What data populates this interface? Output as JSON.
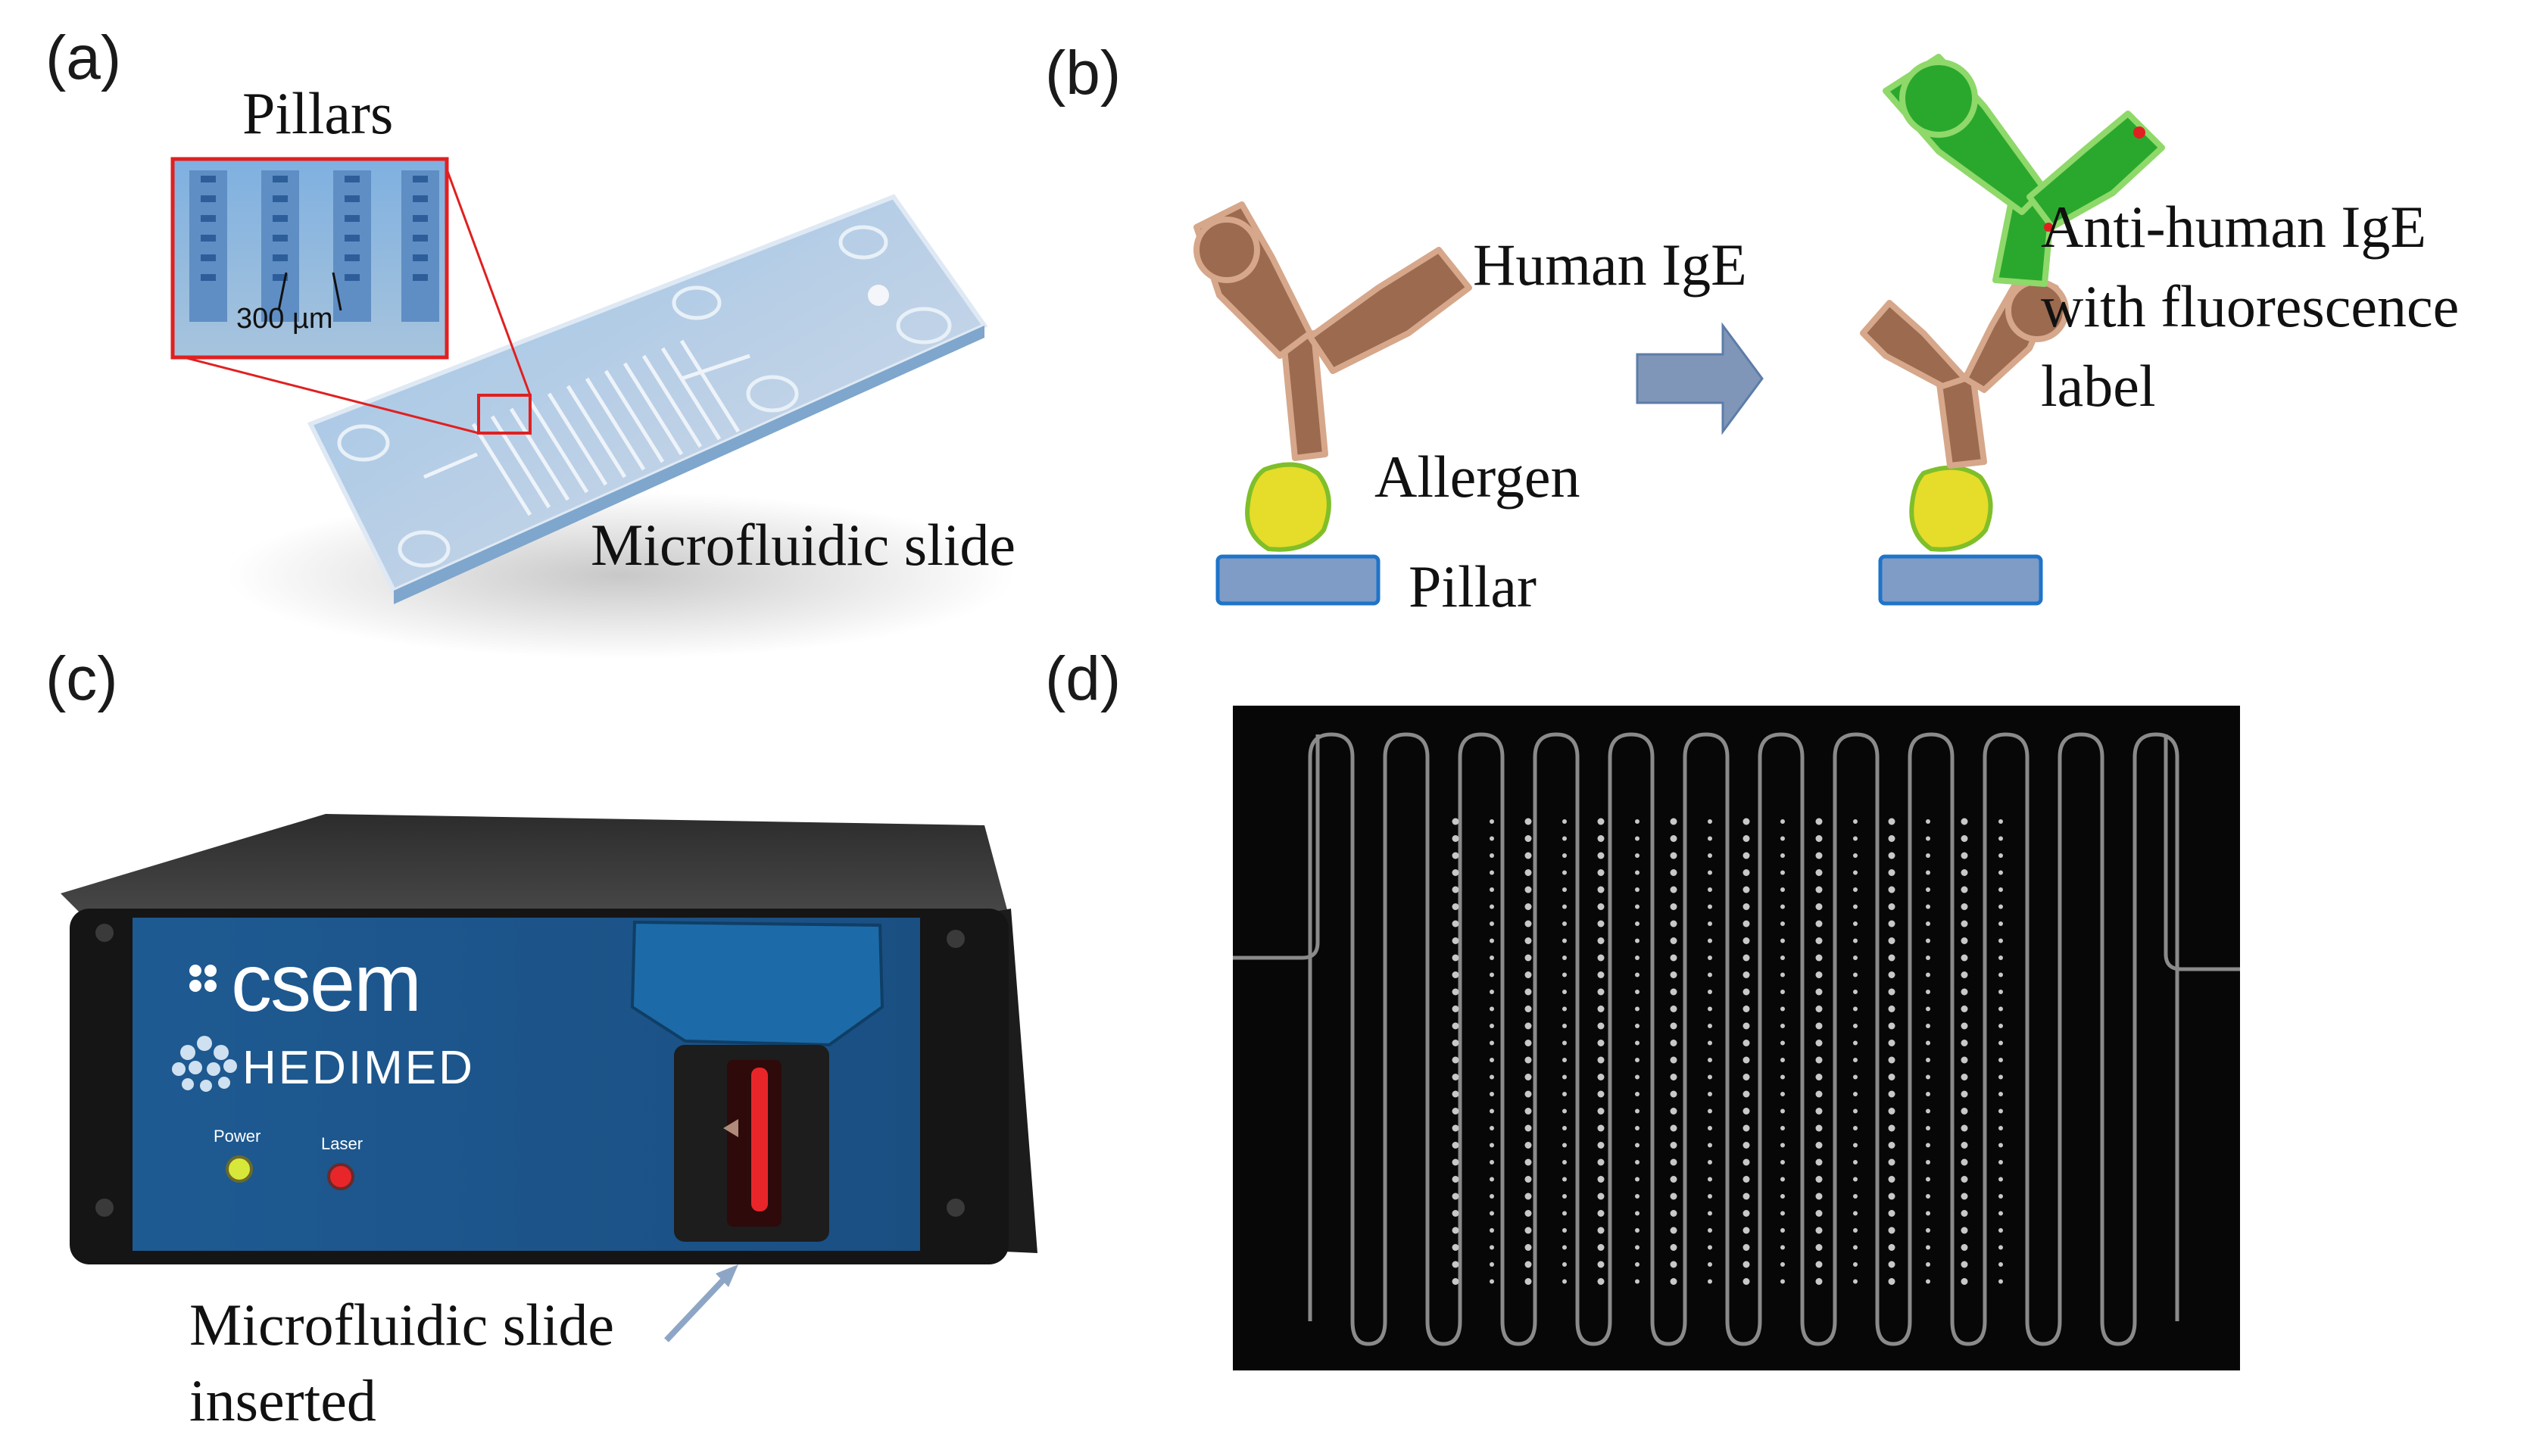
{
  "panels": {
    "a": {
      "label": "(a)",
      "inset_title": "Pillars",
      "scale_text": "300 µm",
      "slide_caption": "Microfluidic slide"
    },
    "b": {
      "label": "(b)",
      "human_ige": "Human IgE",
      "allergen": "Allergen",
      "pillar": "Pillar",
      "anti_line1": "Anti-human IgE",
      "anti_line2": "with fluorescence",
      "anti_line3": "label"
    },
    "c": {
      "label": "(c)",
      "brand": "csem",
      "subbrand": "HEDIMED",
      "power_led": "Power",
      "laser_led": "Laser",
      "caption_line1": "Microfluidic slide",
      "caption_line2": "inserted"
    },
    "d": {
      "label": "(d)"
    }
  },
  "colors": {
    "antibody_brown": "#9b6a4f",
    "antibody_green": "#2aa82e",
    "allergen_yellow": "#e6dc2a",
    "pillar_blue": "#7f9cc6",
    "arrow_blue": "#7f96b8",
    "device_blue": "#1f5d95",
    "laser_red": "#e8262a",
    "power_yellow": "#d8e83a"
  }
}
